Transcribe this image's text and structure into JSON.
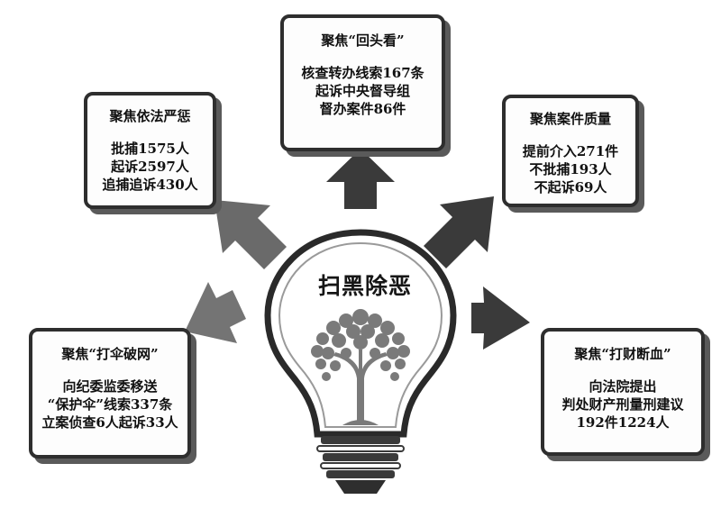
{
  "center_title": "扫黑除恶",
  "boxes": {
    "top": {
      "title": "聚焦“回头看”",
      "lines": [
        "核查转办线索167条",
        "起诉中央督导组",
        "督办案件86件"
      ]
    },
    "upper_left": {
      "title": "聚焦依法严惩",
      "lines": [
        "批捕1575人",
        "起诉2597人",
        "追捕追诉430人"
      ]
    },
    "upper_right": {
      "title": "聚焦案件质量",
      "lines": [
        "提前介入271件",
        "不批捕193人",
        "不起诉69人"
      ]
    },
    "lower_left": {
      "title": "聚焦“打伞破网”",
      "lines": [
        "向纪委监委移送",
        "“保护伞”线索337条",
        "立案侦查6人起诉33人"
      ]
    },
    "lower_right": {
      "title": "聚焦“打财断血”",
      "lines": [
        "向法院提出",
        "判处财产刑量刑建议",
        "192件1224人"
      ]
    }
  },
  "icons": [
    "light-bulb-icon",
    "tree-icon"
  ],
  "colors": {
    "border": "#2e2e2e",
    "arrow_dark": "#3a3a3a",
    "arrow_mid": "#5a5a5a",
    "arrow_light": "#747474",
    "tree": "#7a7a7a"
  }
}
